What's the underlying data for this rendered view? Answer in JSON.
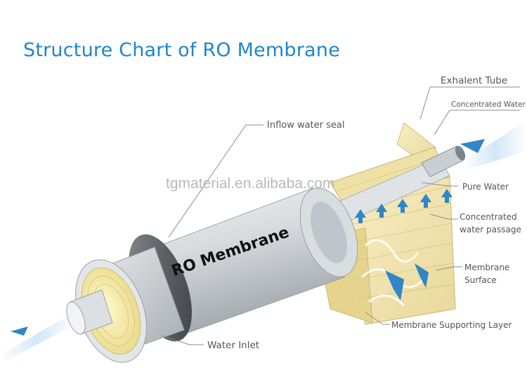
{
  "title": "Structure Chart of RO Membrane",
  "watermark": "tgmaterial.en.alibaba.com",
  "product_label": "RO Membrane",
  "labels": {
    "exhalent_tube": "Exhalent Tube",
    "concentrated_water": "Concentrated Water",
    "inflow_water_seal": "Inflow water seal",
    "pure_water": "Pure Water",
    "concentrated_passage_1": "Concentrated",
    "concentrated_passage_2": "water passage",
    "membrane_surface_1": "Membrane",
    "membrane_surface_2": "Surface",
    "membrane_supporting_layer": "Membrane Supporting Layer",
    "water_inlet": "Water Inlet"
  },
  "colors": {
    "title": "#1f86c7",
    "arrow": "#2f86c9",
    "membrane_sheet": "#f3e6b3",
    "label": "#555555"
  }
}
